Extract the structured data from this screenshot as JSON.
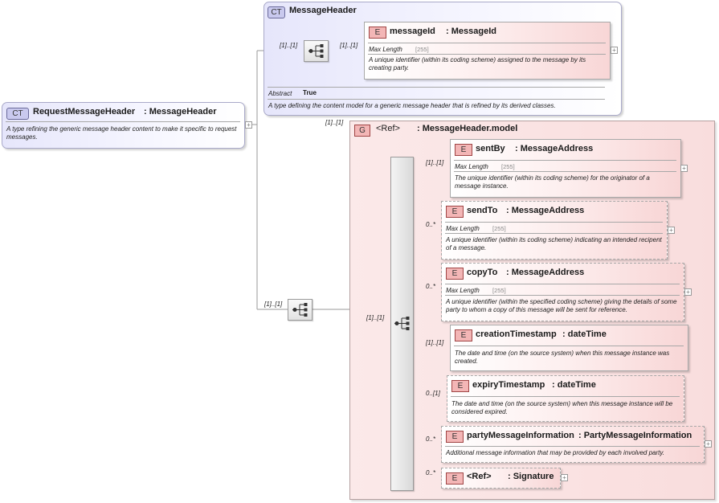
{
  "request_header": {
    "badge": "CT",
    "name": "RequestMessageHeader",
    "type": ": MessageHeader",
    "description": "A type refining the generic message header content to make it specific to request messages."
  },
  "message_header": {
    "badge": "CT",
    "name": "MessageHeader",
    "abstract_label": "Abstract",
    "abstract_value": "True",
    "description": "A type defining the content model for a generic message header that is refined by its derived classes.",
    "seq_cardinality": "[1]..[1]",
    "element_cardinality": "[1]..[1]"
  },
  "message_id": {
    "badge": "E",
    "name": "messageId",
    "type": ": MessageId",
    "facet_label": "Max Length",
    "facet_value": "[255]",
    "description": "A unique identifier (within its coding scheme) assigned to the message by its creating party."
  },
  "group": {
    "badge": "G",
    "ref": "<Ref>",
    "name": ": MessageHeader.model",
    "cardinality": "[1]..[1]",
    "root_seq_cardinality": "[1]..[1]",
    "inner_seq_cardinality": "[1]..[1]"
  },
  "elements": [
    {
      "badge": "E",
      "name": "sentBy",
      "type": ": MessageAddress",
      "cardinality": "[1]..[1]",
      "facet_label": "Max Length",
      "facet_value": "[255]",
      "description": "The unique identifier (within its coding scheme) for the originator of a message instance."
    },
    {
      "badge": "E",
      "name": "sendTo",
      "type": ": MessageAddress",
      "cardinality": "0..*",
      "facet_label": "Max Length",
      "facet_value": "[255]",
      "description": "A unique identifier (within its coding scheme) indicating an intended recipent of a message."
    },
    {
      "badge": "E",
      "name": "copyTo",
      "type": ": MessageAddress",
      "cardinality": "0..*",
      "facet_label": "Max Length",
      "facet_value": "[255]",
      "description": "A unique identifier (within the specified coding scheme) giving the details of some party to whom a copy of this message will be sent for reference."
    },
    {
      "badge": "E",
      "name": "creationTimestamp",
      "type": ": dateTime",
      "cardinality": "[1]..[1]",
      "description": "The date and time (on the source system) when this message instance was created."
    },
    {
      "badge": "E",
      "name": "expiryTimestamp",
      "type": ": dateTime",
      "cardinality": "0..[1]",
      "description": "The date and time (on the source system) when this message instance will be considered expired."
    },
    {
      "badge": "E",
      "name": "partyMessageInformation",
      "type": ": PartyMessageInformation",
      "cardinality": "0..*",
      "description": "Additional message information that may be provided by each involved party."
    },
    {
      "badge": "E",
      "ref": "<Ref>",
      "name": ": Signature",
      "cardinality": "0..*"
    }
  ],
  "expander_symbol": "+",
  "colors": {
    "complex_type_fill": "#e6e6fb",
    "complex_type_badge": "#c9c9ee",
    "element_fill": "#f8d6d6",
    "element_badge": "#f3b6b6",
    "group_fill": "#fbe9e9"
  },
  "icon_names": [
    "sequence-compositor-icon",
    "expand-icon"
  ]
}
